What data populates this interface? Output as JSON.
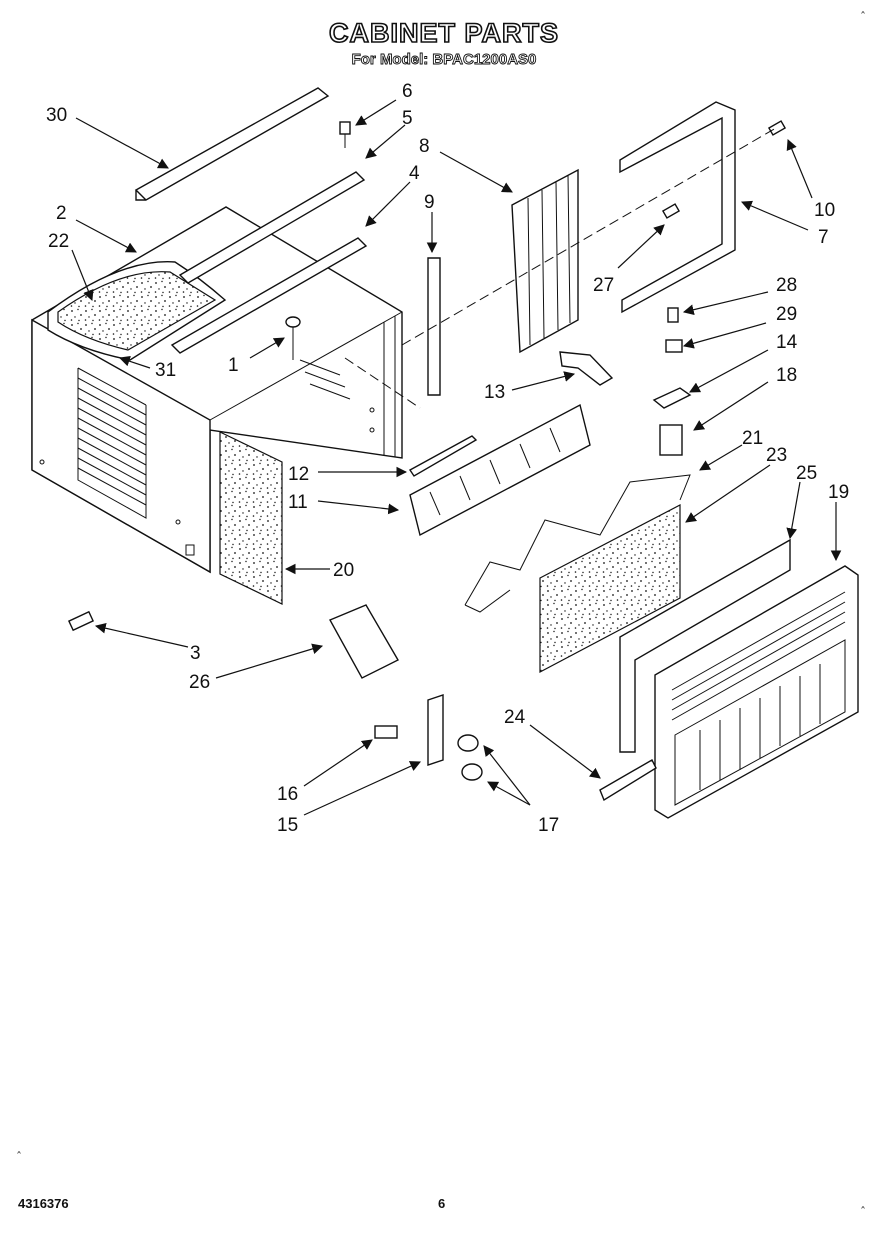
{
  "header": {
    "title": "CABINET PARTS",
    "subtitle": "For Model: BPAC1200AS0"
  },
  "footer": {
    "code": "4316376",
    "page": "6"
  },
  "corner_marks": [
    "ˆ",
    "ˆ",
    "ˆ",
    "ˆ"
  ],
  "callouts": [
    "30",
    "6",
    "5",
    "8",
    "2",
    "22",
    "4",
    "9",
    "1",
    "31",
    "10",
    "7",
    "27",
    "28",
    "29",
    "14",
    "13",
    "18",
    "12",
    "11",
    "21",
    "23",
    "25",
    "19",
    "20",
    "3",
    "26",
    "24",
    "16",
    "15",
    "17"
  ]
}
